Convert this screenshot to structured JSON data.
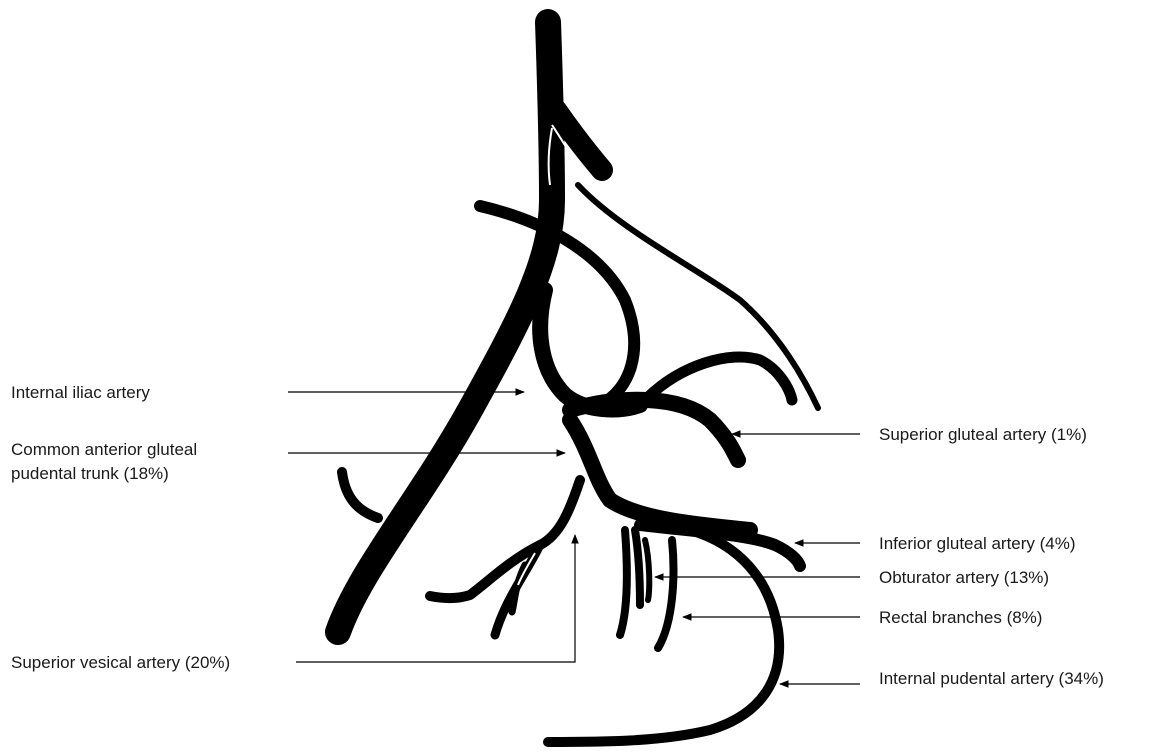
{
  "diagram": {
    "type": "anatomical-branching-diagram",
    "colors": {
      "vessel": "#000000",
      "highlight": "#ffffff",
      "text": "#1a1a1a",
      "background": "#ffffff"
    },
    "labels": {
      "internal_iliac": "Internal iliac artery",
      "common_trunk_line1": "Common anterior gluteal",
      "common_trunk_line2": "pudental trunk (18%)",
      "superior_vesical": "Superior vesical artery (20%)",
      "superior_gluteal": "Superior gluteal artery (1%)",
      "inferior_gluteal": "Inferior gluteal artery (4%)",
      "obturator": "Obturator artery (13%)",
      "rectal": "Rectal branches (8%)",
      "internal_pudental": "Internal pudental artery (34%)"
    }
  }
}
